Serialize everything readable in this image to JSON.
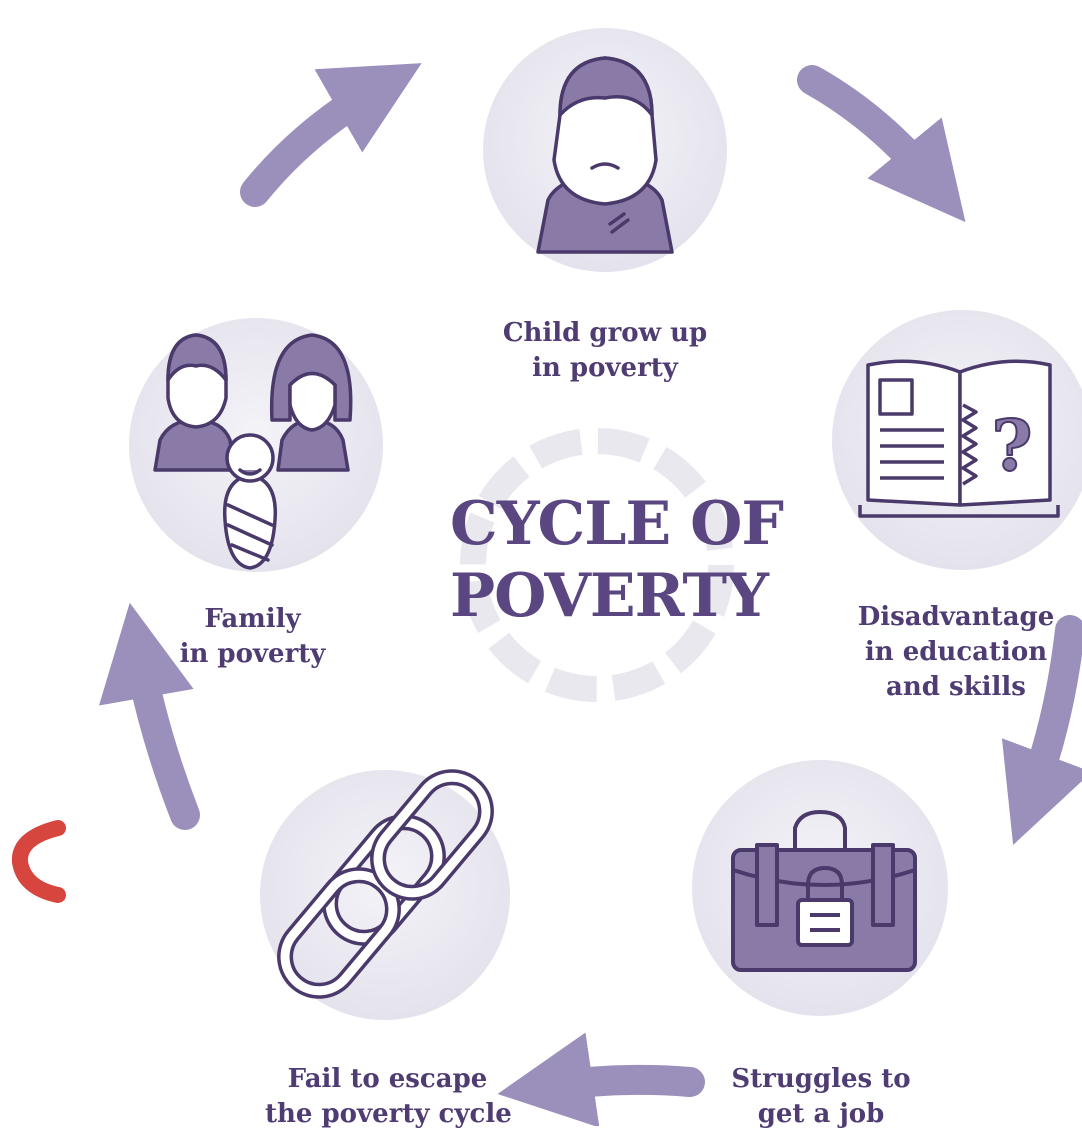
{
  "title": {
    "line1": "CYCLE OF",
    "line2": "POVERTY"
  },
  "steps": [
    {
      "icon": "sad-child-icon",
      "line1": "Child grow up",
      "line2": "in poverty"
    },
    {
      "icon": "open-book-question-icon",
      "line1": "Disadvantage",
      "line2": "in education",
      "line3": "and skills"
    },
    {
      "icon": "locked-briefcase-icon",
      "line1": "Struggles to",
      "line2": "get a job"
    },
    {
      "icon": "broken-chain-icon",
      "line1": "Fail to escape",
      "line2": "the poverty cycle"
    },
    {
      "icon": "family-icon",
      "line1": "Family",
      "line2": "in poverty"
    }
  ],
  "colors": {
    "label": "#4f3c73",
    "icon_stroke": "#4a3a6b",
    "icon_fill": "#8a7aa8",
    "circle_bg": "#ecebf1",
    "arrow": "#9b8fbb",
    "center_ring": "#e9e8ef",
    "logo_mark": "#d6453e"
  }
}
